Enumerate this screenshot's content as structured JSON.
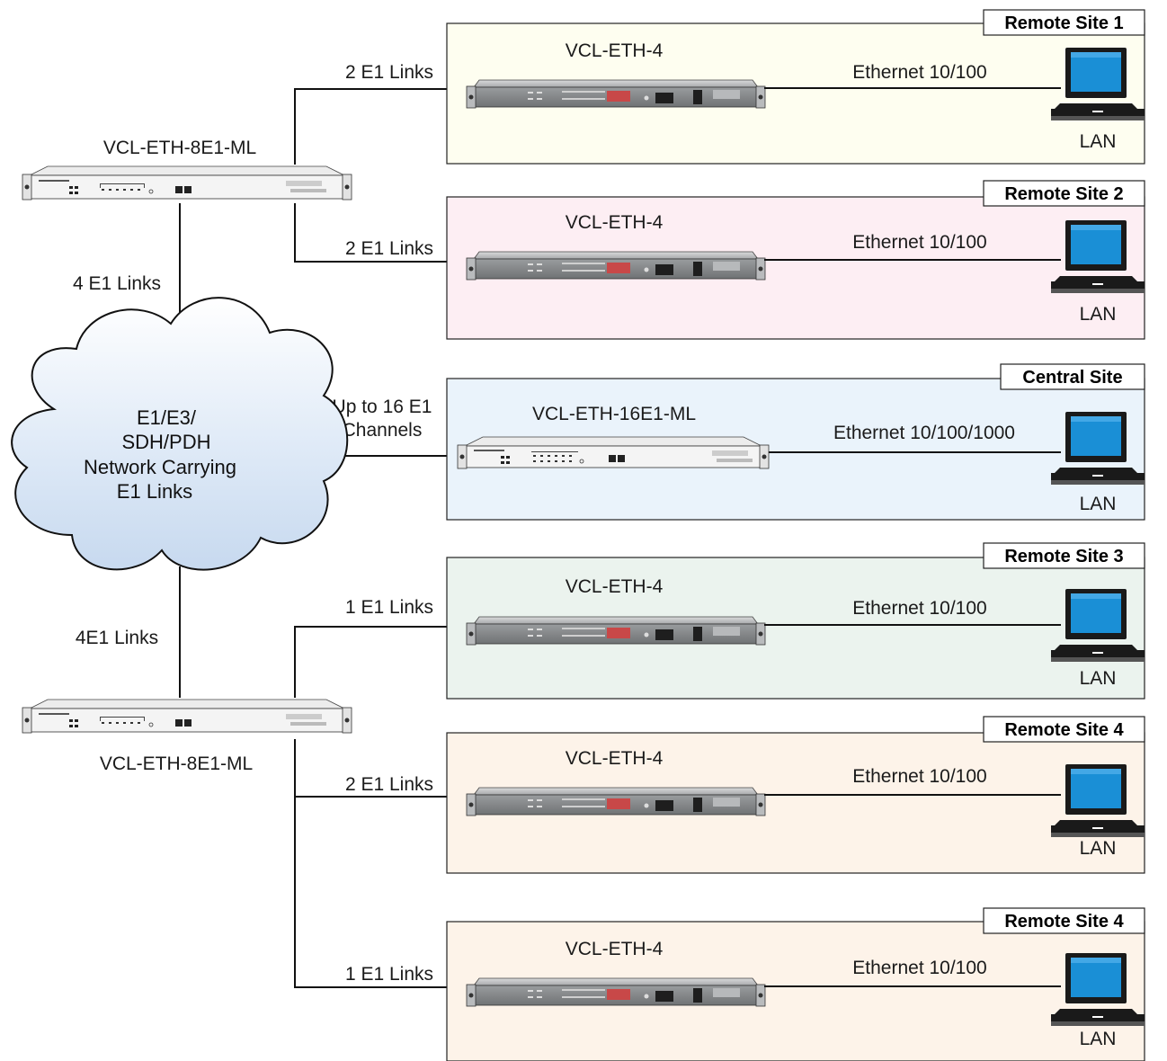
{
  "diagram": {
    "cloud": {
      "lines": [
        "E1/E3/",
        "SDH/PDH",
        "Network Carrying",
        "E1 Links"
      ]
    },
    "hubs": [
      {
        "name": "VCL-ETH-8E1-ML",
        "uplink_label": "4 E1 Links"
      },
      {
        "name": "VCL-ETH-8E1-ML",
        "uplink_label": "4E1 Links"
      }
    ],
    "central": {
      "link_label_1": "Up to 16 E1",
      "link_label_2": "Channels"
    },
    "sites": [
      {
        "title": "Remote Site 1",
        "device": "VCL-ETH-4",
        "link": "2 E1 Links",
        "ethernet": "Ethernet 10/100",
        "lan": "LAN",
        "bg": "#fefef0"
      },
      {
        "title": "Remote Site 2",
        "device": "VCL-ETH-4",
        "link": "2 E1 Links",
        "ethernet": "Ethernet 10/100",
        "lan": "LAN",
        "bg": "#fdeef3"
      },
      {
        "title": "Central Site",
        "device": "VCL-ETH-16E1-ML",
        "link": "",
        "ethernet": "Ethernet 10/100/1000",
        "lan": "LAN",
        "bg": "#eaf3fb"
      },
      {
        "title": "Remote Site 3",
        "device": "VCL-ETH-4",
        "link": "1 E1 Links",
        "ethernet": "Ethernet 10/100",
        "lan": "LAN",
        "bg": "#ebf3ee"
      },
      {
        "title": "Remote Site 4",
        "device": "VCL-ETH-4",
        "link": "2 E1 Links",
        "ethernet": "Ethernet 10/100",
        "lan": "LAN",
        "bg": "#fdf3e9"
      },
      {
        "title": "Remote Site 4",
        "device": "VCL-ETH-4",
        "link": "1 E1 Links",
        "ethernet": "Ethernet 10/100",
        "lan": "LAN",
        "bg": "#fdf3e9"
      }
    ],
    "colors": {
      "line": "#111111",
      "device_body": "#8e9194",
      "monitor_screen": "#1a8fd6",
      "cloud_fill": "#dfeaf7"
    }
  }
}
